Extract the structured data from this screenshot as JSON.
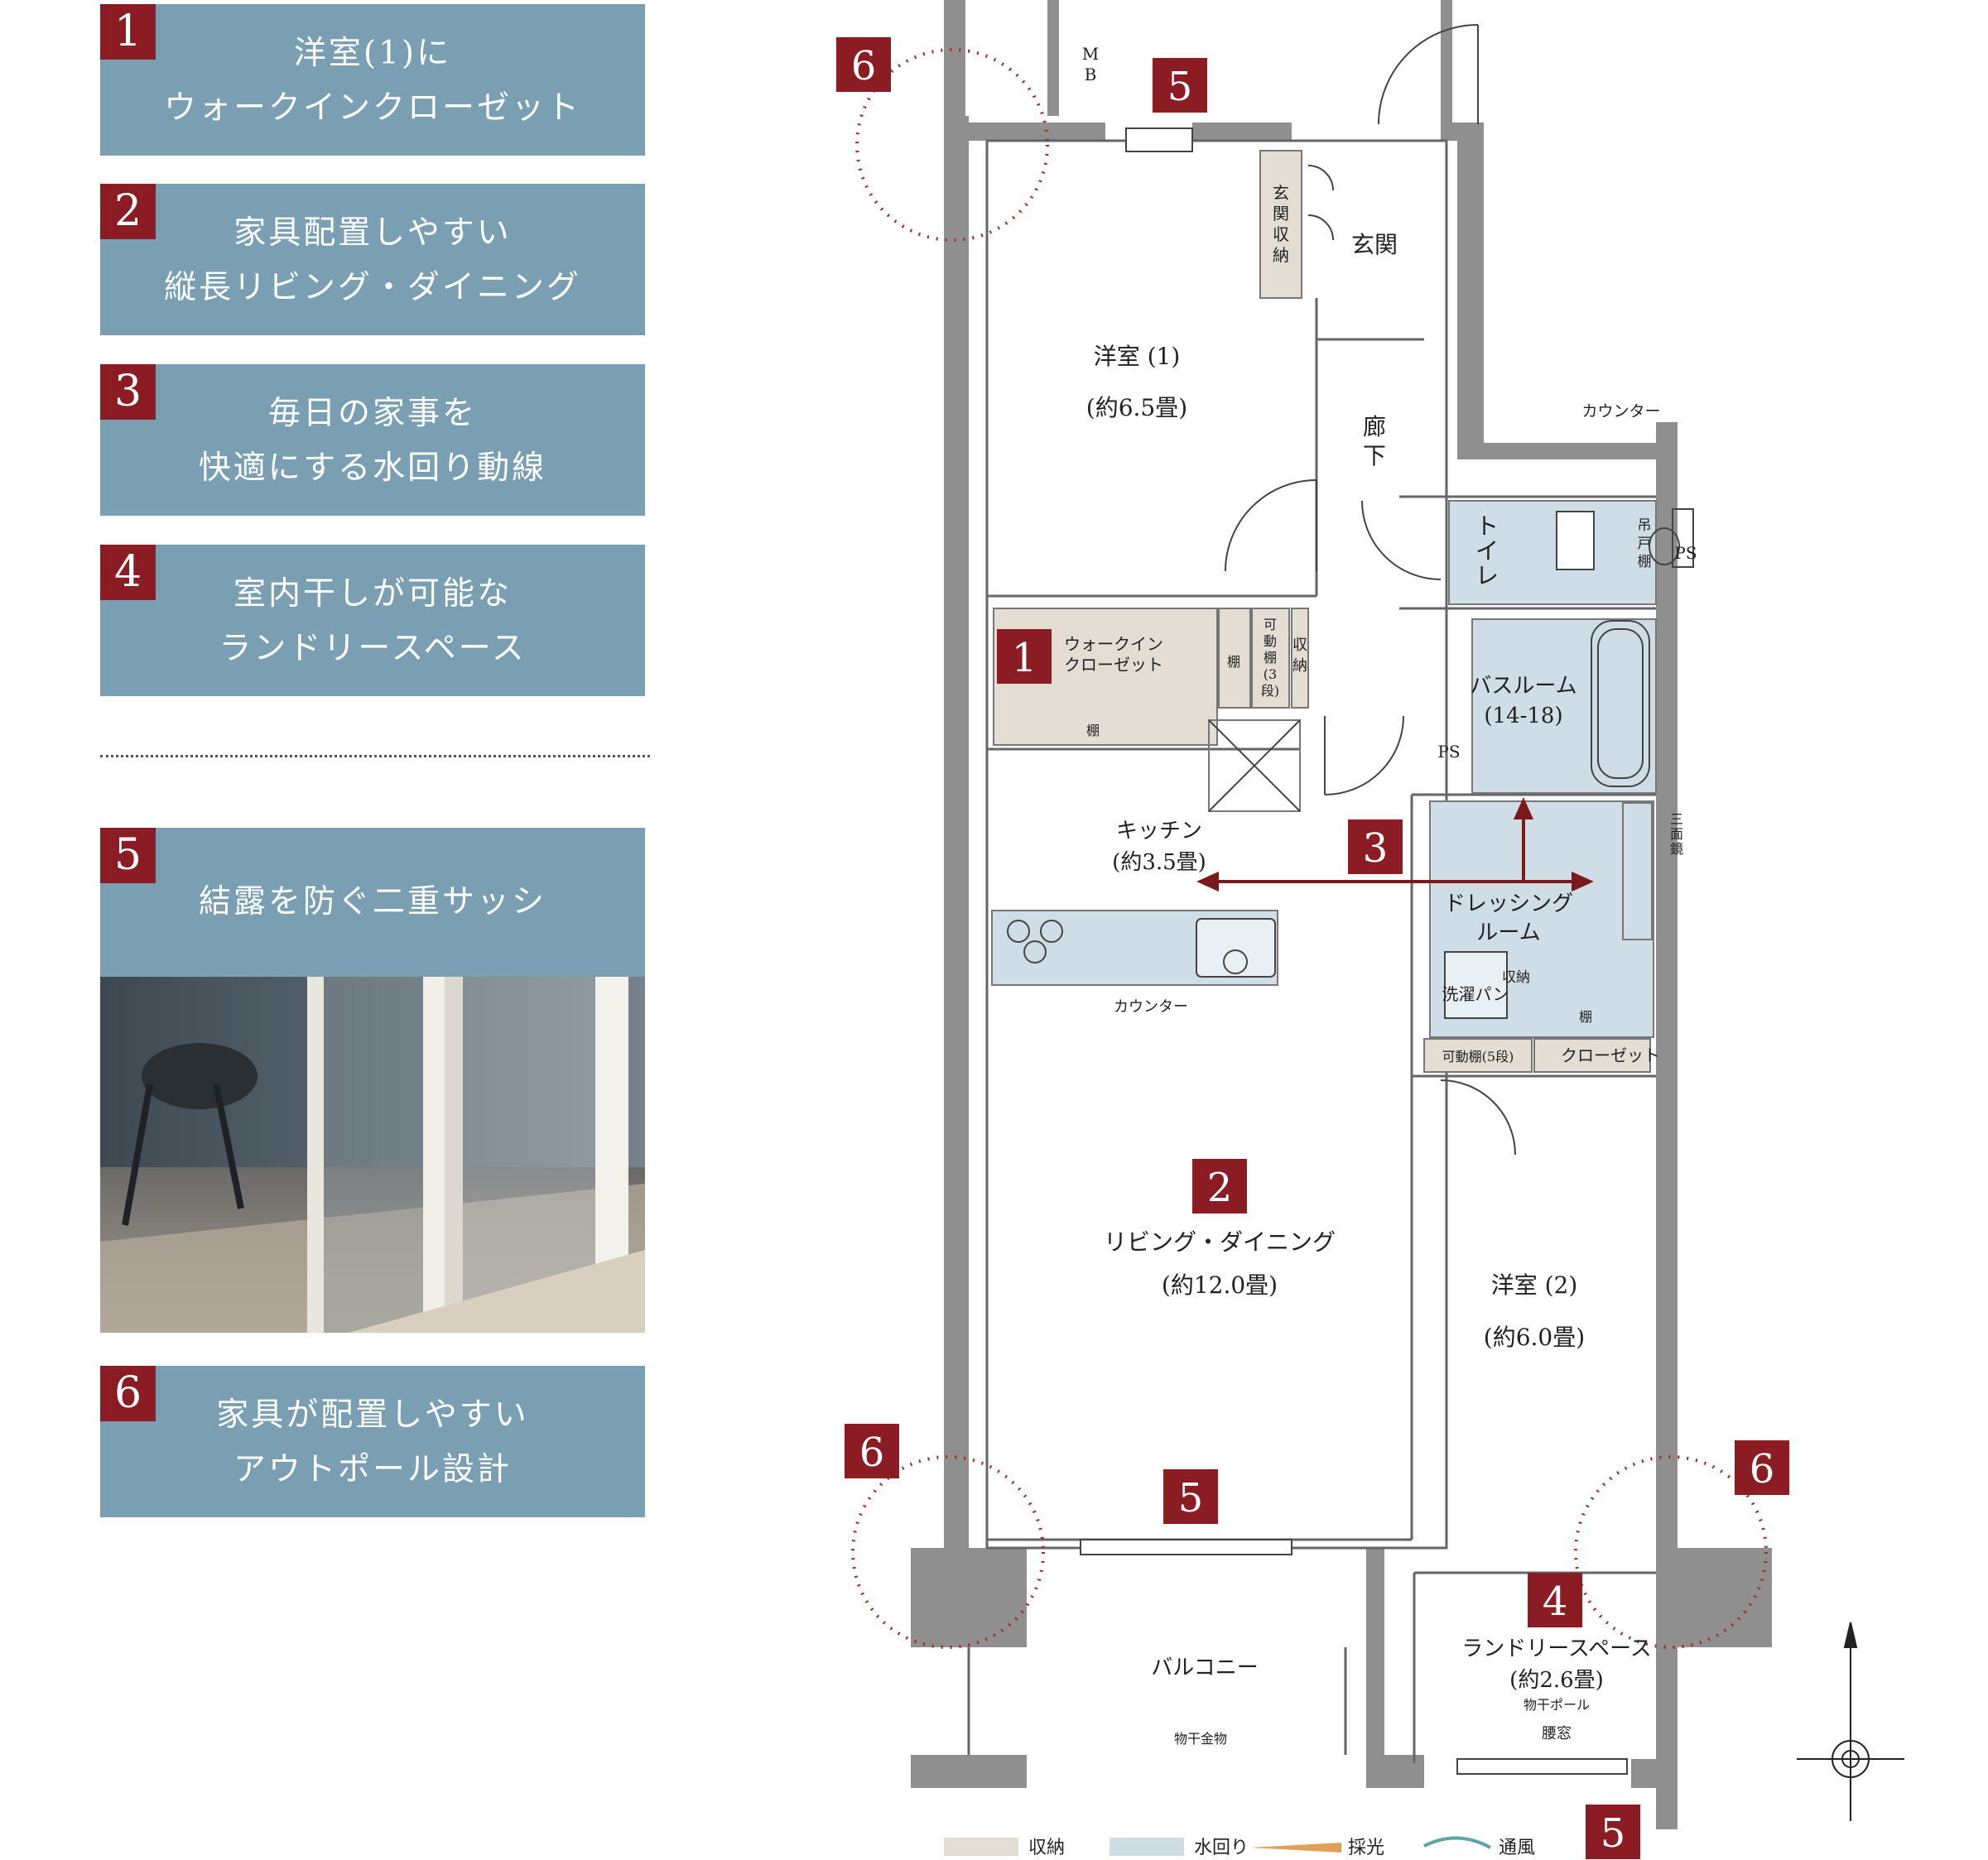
{
  "features": [
    {
      "num": "1",
      "line1": "洋室(1)に",
      "line2": "ウォークインクローゼット"
    },
    {
      "num": "2",
      "line1": "家具配置しやすい",
      "line2": "縦長リビング・ダイニング"
    },
    {
      "num": "3",
      "line1": "毎日の家事を",
      "line2": "快適にする水回り動線"
    },
    {
      "num": "4",
      "line1": "室内干しが可能な",
      "line2": "ランドリースペース"
    },
    {
      "num": "5",
      "line1": "結露を防ぐ二重サッシ"
    },
    {
      "num": "6",
      "line1": "家具が配置しやすい",
      "line2": "アウトポール設計"
    }
  ],
  "plan": {
    "mb": "M",
    "mb2": "B",
    "entrance": "玄関",
    "entrance_storage": [
      "玄",
      "関",
      "収",
      "納"
    ],
    "room1": "洋室 (1)",
    "room1_size": "(約6.5畳)",
    "hallway": [
      "廊",
      "下"
    ],
    "counter_top": "カウンター",
    "toilet": [
      "ト",
      "イ",
      "レ"
    ],
    "hanging_shelf": [
      "吊",
      "戸",
      "棚"
    ],
    "ps": "PS",
    "walkin1": "ウォークイン",
    "walkin2": "クローゼット",
    "shelf": "棚",
    "movable_shelf3": [
      "可",
      "動",
      "棚",
      "(3",
      "段)"
    ],
    "storage_v": [
      "収",
      "納"
    ],
    "bathroom": "バスルーム",
    "bathroom_size": "(14-18)",
    "kitchen": "キッチン",
    "kitchen_size": "(約3.5畳)",
    "three_mirror": [
      "三",
      "面",
      "鏡"
    ],
    "dressing1": "ドレッシング",
    "dressing2": "ルーム",
    "washpan": "洗濯パン",
    "storage_h": "収納",
    "counter": "カウンター",
    "movable_shelf5": "可動棚(5段)",
    "closet": "クローゼット",
    "living": "リビング・ダイニング",
    "living_size": "(約12.0畳)",
    "room2": "洋室 (2)",
    "room2_size": "(約6.0畳)",
    "balcony": "バルコニー",
    "hanger": "物干金物",
    "laundry": "ランドリースペース",
    "laundry_size": "(約2.6畳)",
    "pole": "物干ポール",
    "waist_window": "腰窓"
  },
  "legend": {
    "storage": "収納",
    "water": "水回り",
    "light": "採光",
    "wind": "通風"
  },
  "colors": {
    "accent": "#8b1c24",
    "panel": "#7a9fb3",
    "storage": "#e3ddd3",
    "water": "#cfdde7",
    "wall": "#8f8f8f"
  }
}
